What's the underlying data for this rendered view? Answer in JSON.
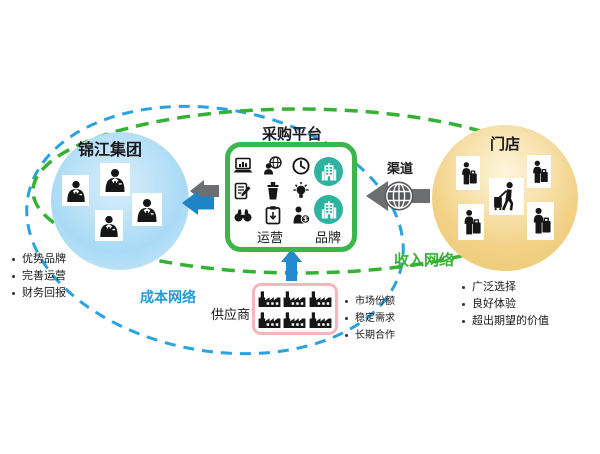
{
  "group": {
    "title": "锦江集团",
    "bullets": [
      "优势品牌",
      "完善运营",
      "财务回报"
    ]
  },
  "platform": {
    "title": "采购平台",
    "operations_label": "运营",
    "brand_label": "品牌"
  },
  "channel_label": "渠道",
  "stores": {
    "title": "门店",
    "bullets": [
      "广泛选择",
      "良好体验",
      "超出期望的价值"
    ]
  },
  "suppliers": {
    "label": "供应商",
    "bullets": [
      "市场份额",
      "稳定需求",
      "长期合作"
    ]
  },
  "cost_network_label": "成本网络",
  "revenue_network_label": "收入网络",
  "colors": {
    "revenue_network_green": "#35b234",
    "cost_network_blue": "#29a3e0",
    "platform_border_green": "#3cb54a",
    "brand_teal": "#2fb3a0",
    "supplier_pink_border": "#f5b6bc",
    "group_circle_blue": "#a9daf5",
    "stores_circle_yellow": "#f2d186",
    "arrow_blue": "#1e84c8",
    "arrow_gray": "#808285",
    "globe_gray": "#58595b"
  },
  "icons": {
    "group_member": "businessman-icon",
    "store_customer": "traveler-icon",
    "supplier_unit": "factory-icon",
    "channel": "globe-icon",
    "brand": "building-icon",
    "platform_grid": [
      "laptop-chart-icon",
      "globe-user-icon",
      "clock-icon",
      "notepad-edit-icon",
      "bin-icon",
      "idea-bulb-icon",
      "binoculars-icon",
      "clipboard-icon",
      "person-dollar-icon"
    ]
  }
}
